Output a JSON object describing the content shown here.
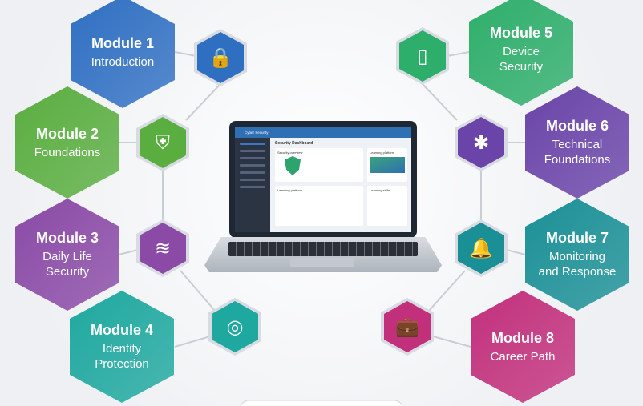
{
  "modules": [
    {
      "title": "Module 1",
      "subtitle": [
        "Introduction"
      ],
      "color": "#2f6fc2",
      "icon": "lock-icon"
    },
    {
      "title": "Module 2",
      "subtitle": [
        "Foundations"
      ],
      "color": "#5aae40",
      "icon": "shield-icon"
    },
    {
      "title": "Module 3",
      "subtitle": [
        "Daily Life",
        "Security"
      ],
      "color": "#8a4aa6",
      "icon": "wifi-icon"
    },
    {
      "title": "Module 4",
      "subtitle": [
        "Identity",
        "Protection"
      ],
      "color": "#1ea89f",
      "icon": "fingerprint-icon"
    },
    {
      "title": "Module 5",
      "subtitle": [
        "Device",
        "Security"
      ],
      "color": "#2dae6a",
      "icon": "smartphone-icon"
    },
    {
      "title": "Module 6",
      "subtitle": [
        "Technical",
        "Foundations"
      ],
      "color": "#6a44a8",
      "icon": "network-icon"
    },
    {
      "title": "Module 7",
      "subtitle": [
        "Monitoring",
        "and Response"
      ],
      "color": "#1a9096",
      "icon": "bell-icon"
    },
    {
      "title": "Module 8",
      "subtitle": [
        "Career Path"
      ],
      "color": "#c2307c",
      "icon": "briefcase-icon"
    }
  ],
  "laptop": {
    "app_title": "Cyber Security",
    "dashboard_title": "Security Dashboard",
    "card1": "Security overview",
    "card2": "Learning platform",
    "card3": "Learning platform",
    "card4": "Learning skills"
  }
}
